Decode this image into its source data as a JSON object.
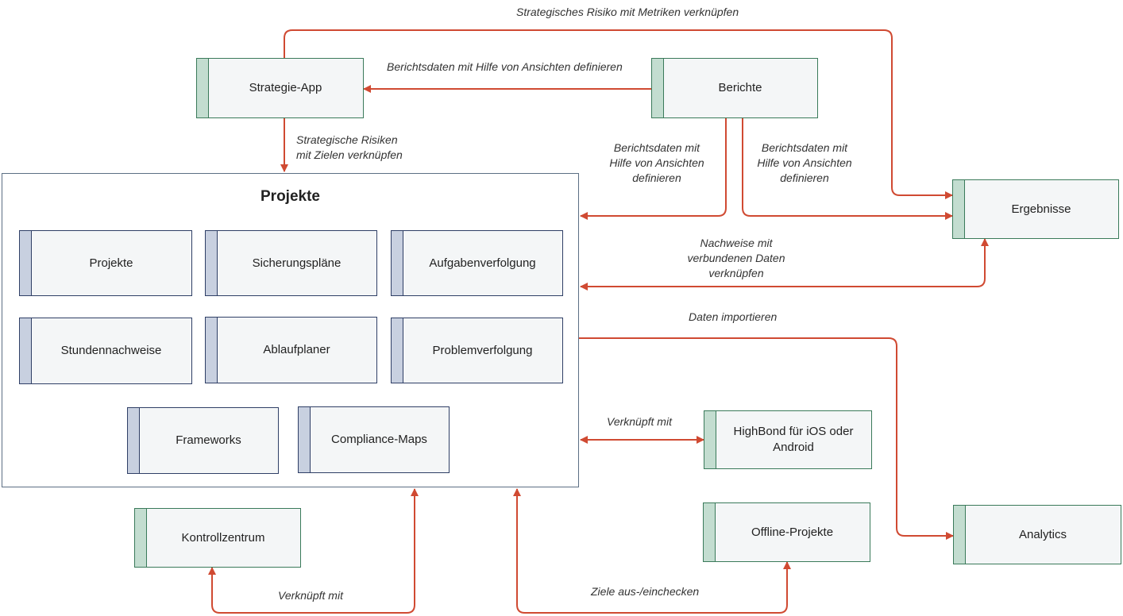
{
  "nodes": {
    "strategie_app": "Strategie-App",
    "berichte": "Berichte",
    "ergebnisse": "Ergebnisse",
    "highbond_mobile": "HighBond für iOS oder Android",
    "offline_projekte": "Offline-Projekte",
    "analytics": "Analytics",
    "kontrollzentrum": "Kontrollzentrum"
  },
  "container": {
    "title": "Projekte",
    "modules": [
      "Projekte",
      "Sicherungspläne",
      "Aufgabenverfolgung",
      "Stundennachweise",
      "Ablaufplaner",
      "Problemverfolgung",
      "Frameworks",
      "Compliance-Maps"
    ]
  },
  "edge_labels": {
    "risk_metrics": "Strategisches Risiko mit Metriken verknüpfen",
    "reports_views_top": "Berichtsdaten mit Hilfe von Ansichten definieren",
    "risks_goals_1": "Strategische Risiken",
    "risks_goals_2": "mit Zielen verknüpfen",
    "reports_views_a_1": "Berichtsdaten mit",
    "reports_views_a_2": "Hilfe von Ansichten",
    "reports_views_a_3": "definieren",
    "reports_views_b_1": "Berichtsdaten mit",
    "reports_views_b_2": "Hilfe von Ansichten",
    "reports_views_b_3": "definieren",
    "evidence_1": "Nachweise mit",
    "evidence_2": "verbundenen Daten",
    "evidence_3": "verknüpfen",
    "import_data": "Daten importieren",
    "linked_mobile": "Verknüpft mit",
    "linked_control": "Verknüpft mit",
    "checkout_goals": "Ziele aus-/einchecken"
  },
  "colors": {
    "connector": "#d04a32",
    "green_accent": "#c3ddd0",
    "blue_accent": "#c8d0e0"
  }
}
